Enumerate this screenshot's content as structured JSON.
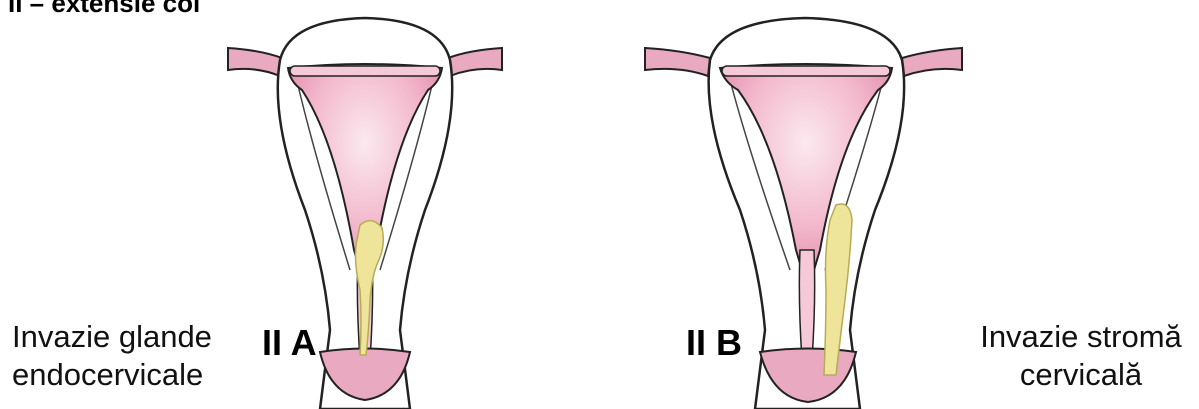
{
  "title": "II – extensie col",
  "panels": [
    {
      "stage": "II A",
      "caption_lines": [
        "Invazie glande",
        "endocervicale"
      ]
    },
    {
      "stage": "II B",
      "caption_lines": [
        "Invazie stromă",
        "cervicală"
      ]
    }
  ],
  "colors": {
    "tissue_pink": "#e9a9c0",
    "cavity_pink": "#f6c9d8",
    "highlight": "#fbe9f0",
    "tumor_yellow": "#efe59a",
    "outline": "#222222"
  }
}
